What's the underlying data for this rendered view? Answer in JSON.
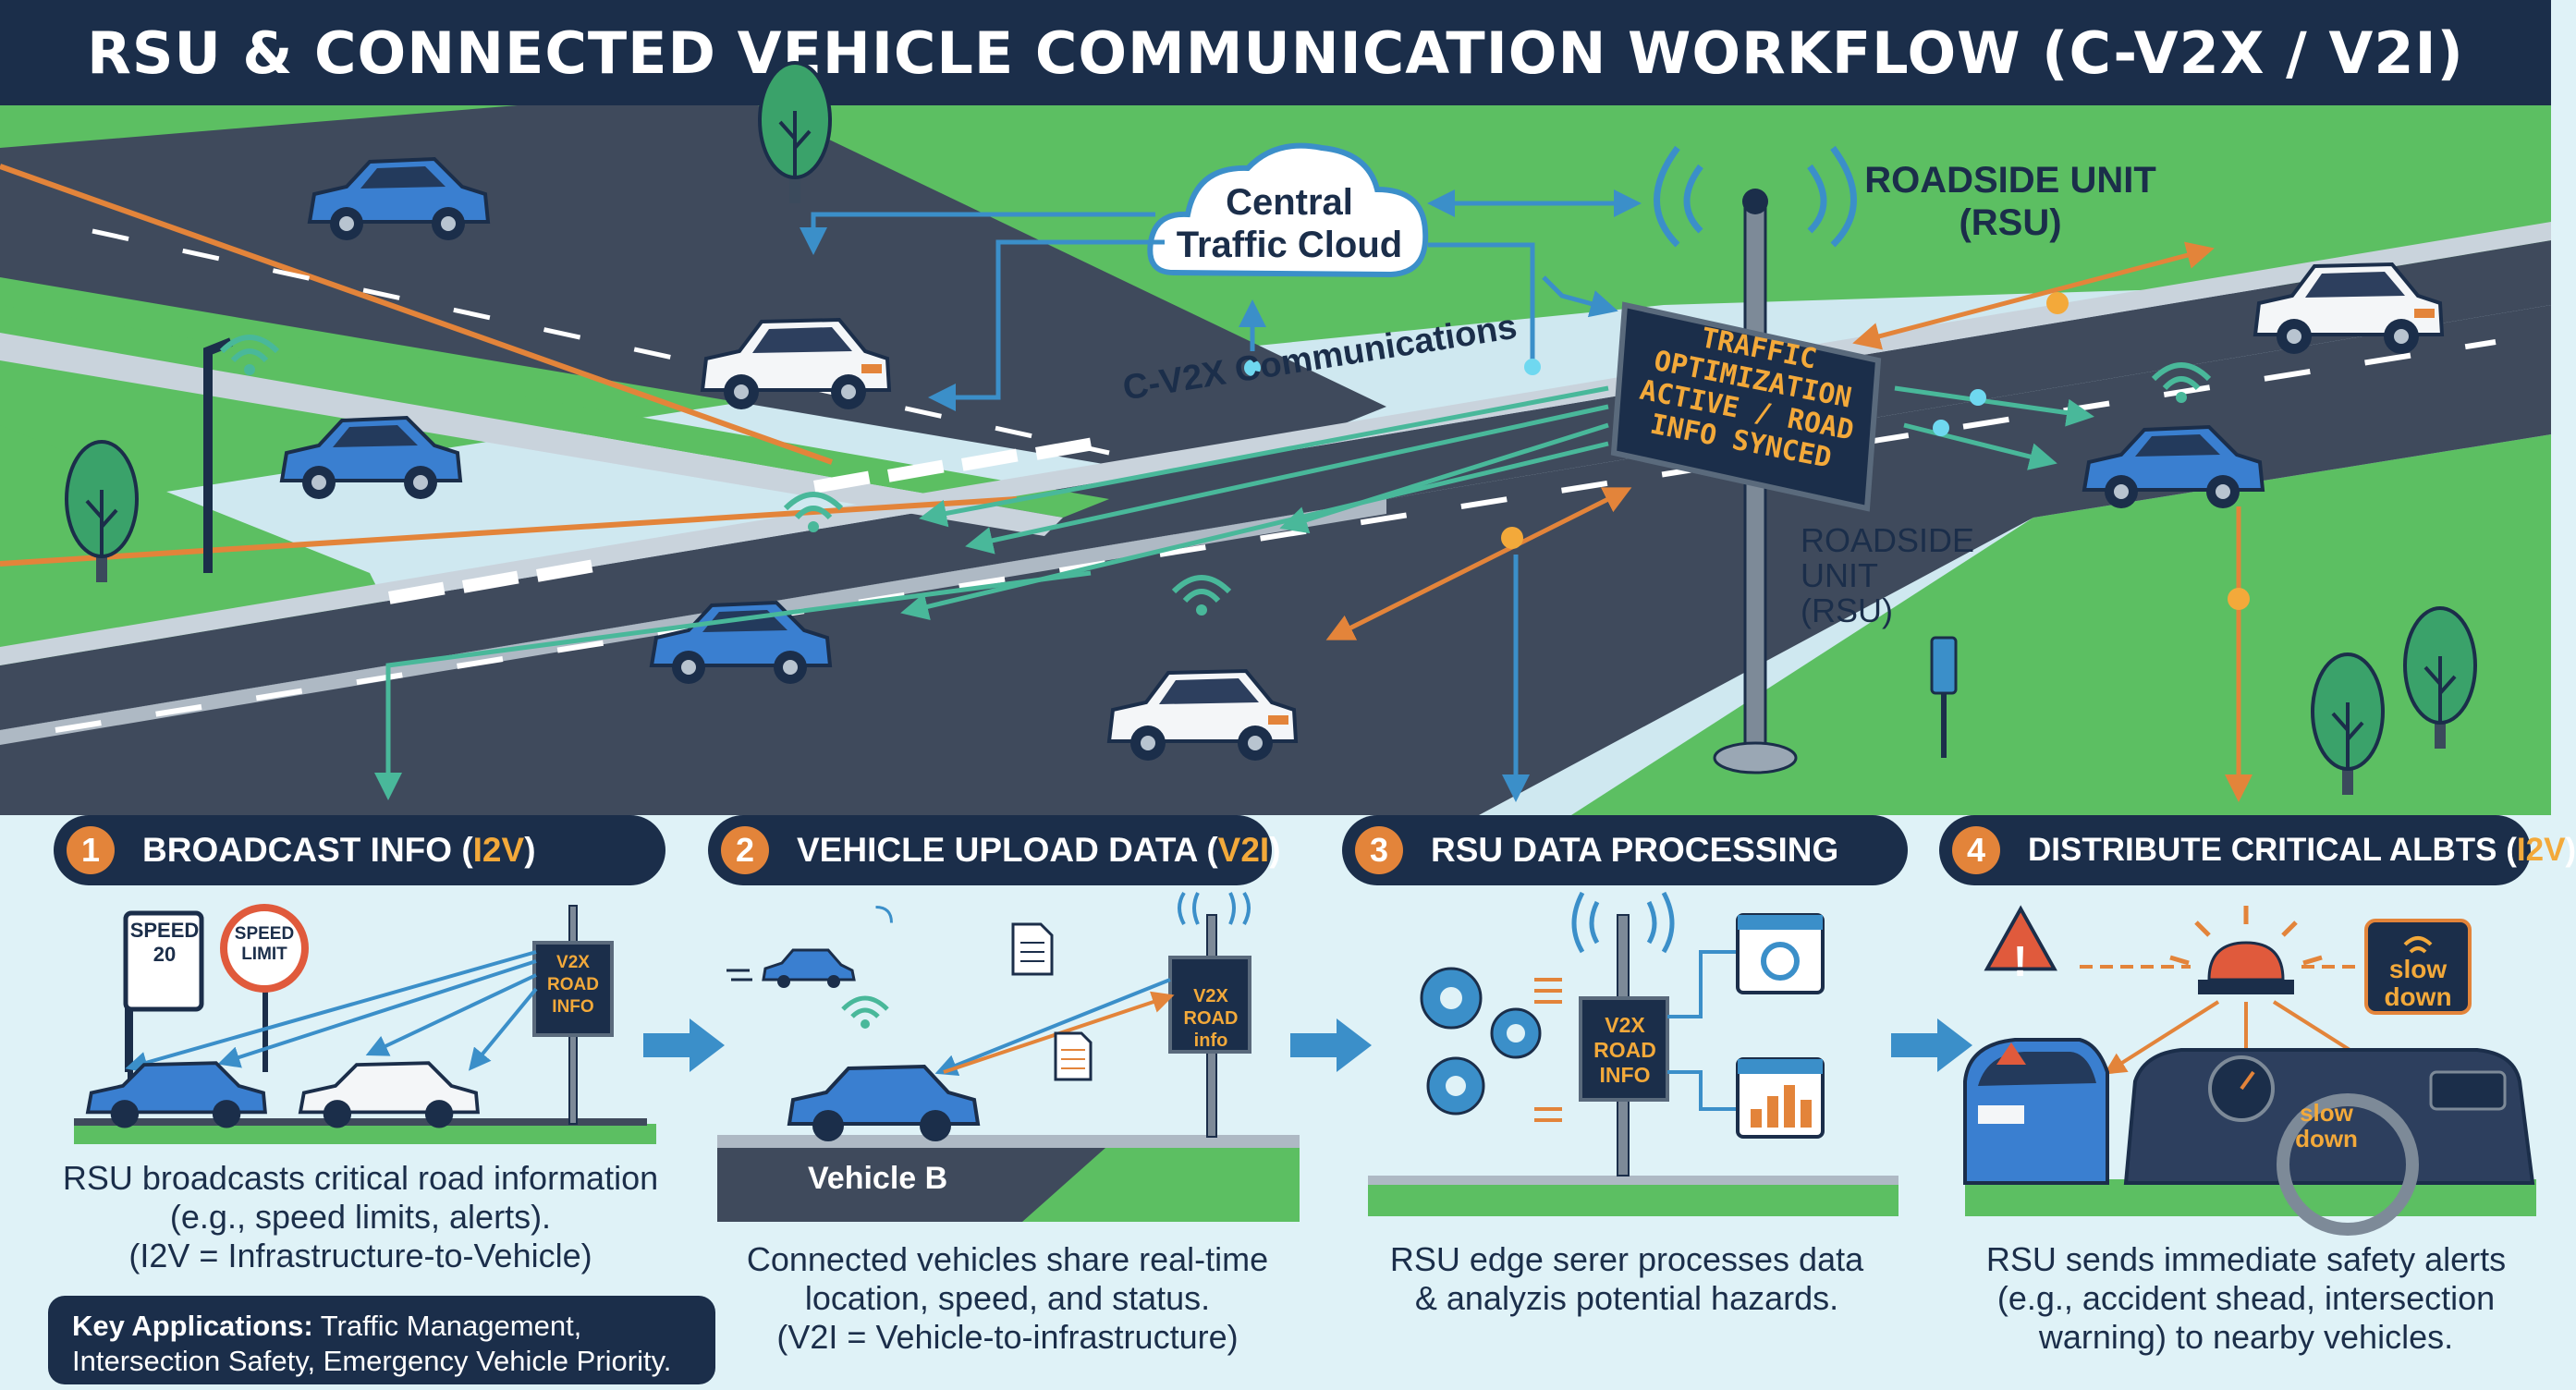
{
  "title": "RSU & CONNECTED VEHICLE COMMUNICATION WORKFLOW (C-V2X / V2I)",
  "scene": {
    "cloud_label": "Central\nTraffic Cloud",
    "rsu_top_label": "ROADSIDE UNIT\n(RSU)",
    "rsu_mid_label": "ROADSIDE\nUNIT\n(RSU)",
    "cv2x_label": "C-V2X Communications",
    "sign_text": "TRAFFIC\nOPTIMIZATION\nACTIVE / ROAD\nINFO SYNCED"
  },
  "steps": [
    {
      "num": "1",
      "title_main": "BROADCAST INFO (",
      "title_hl": "I2V",
      "title_end": ")",
      "desc": "RSU broadcasts critical road information\n(e.g., speed limits, alerts).\n(I2V = Infrastructure-to-Vehicle)"
    },
    {
      "num": "2",
      "title_main": "VEHICLE UPLOAD DATA (",
      "title_hl": "V2I",
      "title_end": ")",
      "desc": "Connected vehicles share real-time\nlocation, speed, and status.\n(V2I = Vehicle-to-infrastructure)"
    },
    {
      "num": "3",
      "title_main": "RSU DATA PROCESSING",
      "title_hl": "",
      "title_end": "",
      "desc": "RSU edge serer processes data\n& analyzis potential hazards."
    },
    {
      "num": "4",
      "title_main": "DISTRIBUTE CRITICAL ALBTS (",
      "title_hl": "I2V",
      "title_end": ")",
      "desc": "RSU sends immediate safety alerts\n(e.g., accident shead, intersection\nwarning) to nearby vehicles."
    }
  ],
  "panel1": {
    "speed_sign": "SPEED\n20",
    "speed_limit_sign": "SPEED\nLIMIT",
    "rsu_sign": "V2X\nROAD\nINFO"
  },
  "panel2": {
    "vehicle_label": "Vehicle B",
    "rsu_sign": "V2X\nROAD\ninfo"
  },
  "panel3": {
    "rsu_sign": "V2X\nROAD\nINFO"
  },
  "panel4": {
    "slow_down_top": "slow\ndown",
    "slow_down_dash": "slow\ndown"
  },
  "key_applications": {
    "label": "Key Applications:",
    "text": " Traffic Management,\nIntersection Safety, Emergency Vehicle Priority."
  },
  "colors": {
    "navy": "#1b2e4a",
    "orange": "#e3843a",
    "teal": "#49b89a",
    "sky": "#4aa3d8",
    "road": "#3f4a5c",
    "grass": "#5cbf62"
  }
}
